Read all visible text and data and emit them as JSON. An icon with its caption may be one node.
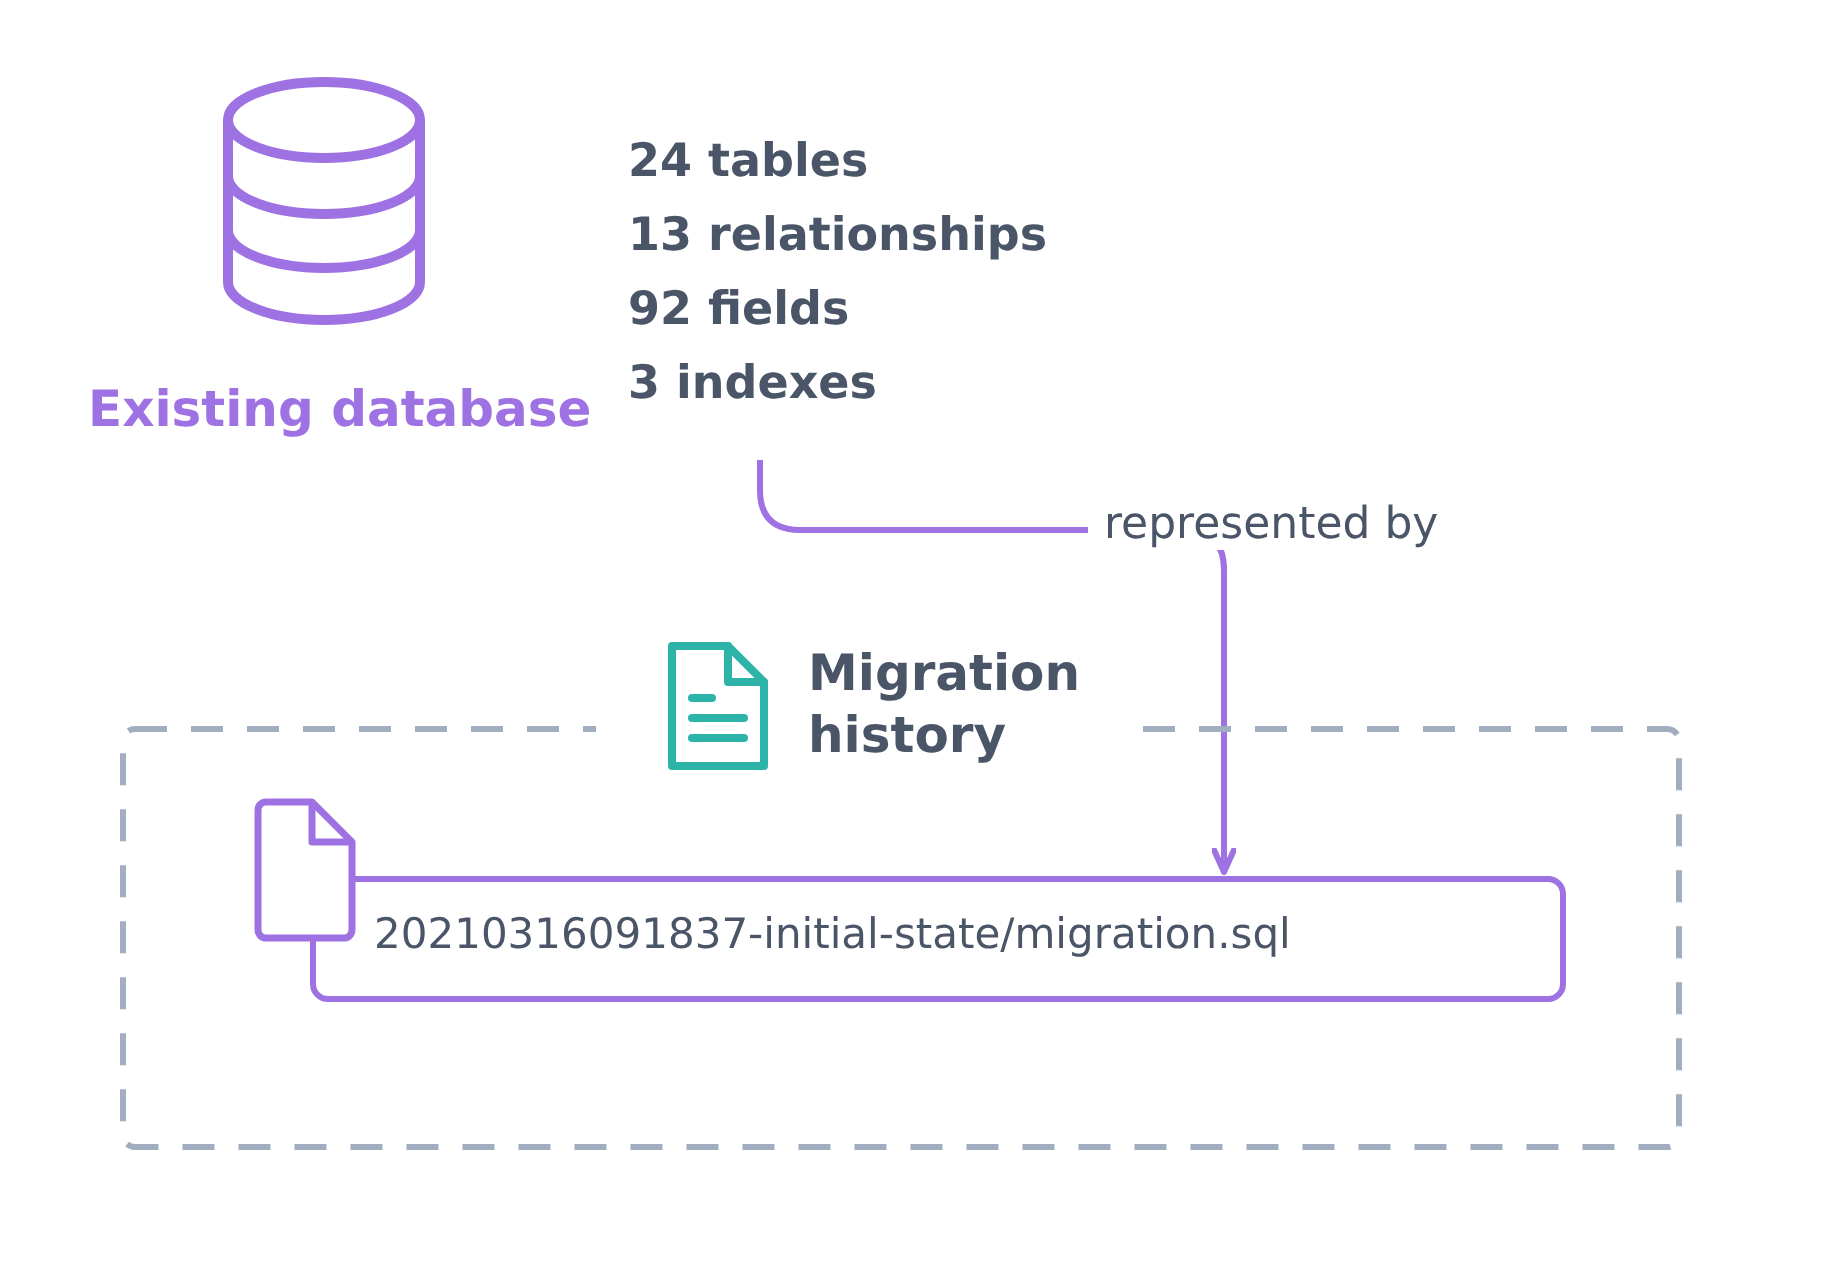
{
  "diagram": {
    "nodes": [
      {
        "text": [
          "Existing database"
        ]
      },
      {
        "text": [
          "24 tables",
          "13 relationships",
          "92 fields",
          "3 indexes"
        ]
      },
      {
        "text": [
          "Migration history"
        ]
      },
      {
        "text": [
          "20210316091837-initial-state/migration.sql"
        ],
        "in": 2
      }
    ],
    "edges": [
      {
        "from": 1,
        "to": 3,
        "arrow": "to",
        "label": "represented by"
      }
    ]
  }
}
